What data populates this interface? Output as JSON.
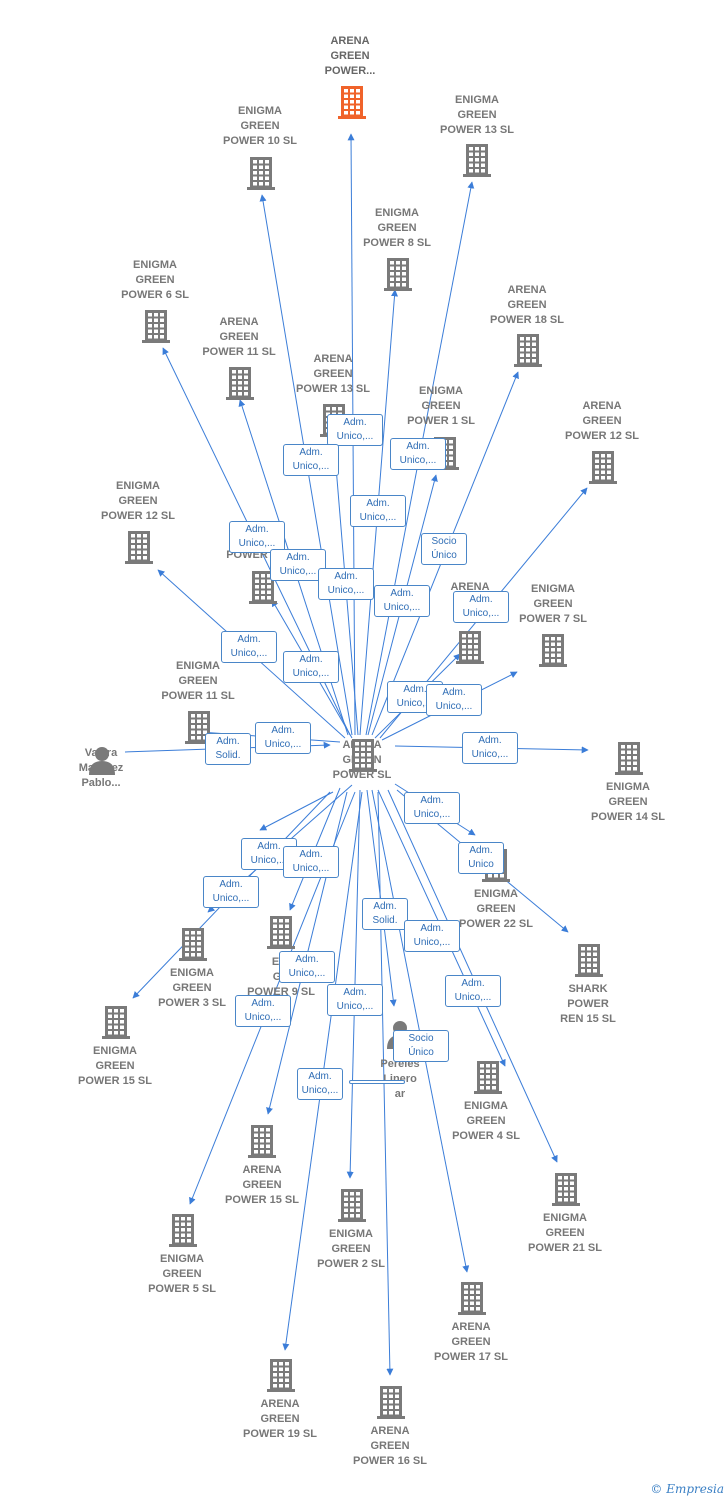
{
  "nodes": [
    {
      "id": "top",
      "label": "ARENA\nGREEN\nPOWER...",
      "type": "company",
      "color": "#f0632a"
    },
    {
      "id": "c",
      "label": "ARENA\nGREEN\nPOWER  SL",
      "type": "company",
      "color": "#7a7a7a"
    },
    {
      "id": "p",
      "label": "Valera\nMartinez\nPablo...",
      "type": "person",
      "color": "#7a7a7a"
    },
    {
      "id": "n10",
      "label": "ENIGMA\nGREEN\nPOWER 10  SL",
      "type": "company",
      "color": "#7a7a7a"
    },
    {
      "id": "n13",
      "label": "ENIGMA\nGREEN\nPOWER 13  SL",
      "type": "company",
      "color": "#7a7a7a"
    },
    {
      "id": "n8",
      "label": "ENIGMA\nGREEN\nPOWER 8  SL",
      "type": "company",
      "color": "#7a7a7a"
    },
    {
      "id": "n6",
      "label": "ENIGMA\nGREEN\nPOWER 6  SL",
      "type": "company",
      "color": "#7a7a7a"
    },
    {
      "id": "n18",
      "label": "ARENA\nGREEN\nPOWER 18  SL",
      "type": "company",
      "color": "#7a7a7a"
    },
    {
      "id": "n11a",
      "label": "ARENA\nGREEN\nPOWER 11  SL",
      "type": "company",
      "color": "#7a7a7a"
    },
    {
      "id": "n13a",
      "label": "ARENA\nGREEN\nPOWER 13  SL",
      "type": "company",
      "color": "#7a7a7a"
    },
    {
      "id": "n1",
      "label": "ENIGMA\nGREEN\nPOWER 1  SL",
      "type": "company",
      "color": "#7a7a7a"
    },
    {
      "id": "n12a",
      "label": "ARENA\nGREEN\nPOWER 12  SL",
      "type": "company",
      "color": "#7a7a7a"
    },
    {
      "id": "n12",
      "label": "ENIGMA\nGREEN\nPOWER 12  SL",
      "type": "company",
      "color": "#7a7a7a"
    },
    {
      "id": "nw",
      "label": "POWER",
      "type": "company",
      "color": "#7a7a7a"
    },
    {
      "id": "na",
      "label": "ARENA\nG\nPOW",
      "type": "company",
      "color": "#7a7a7a"
    },
    {
      "id": "n7",
      "label": "ENIGMA\nGREEN\nPOWER 7  SL",
      "type": "company",
      "color": "#7a7a7a"
    },
    {
      "id": "n11",
      "label": "ENIGMA\nGREEN\nPOWER 11  SL",
      "type": "company",
      "color": "#7a7a7a"
    },
    {
      "id": "n14",
      "label": "ENIGMA\nGREEN\nPOWER 14  SL",
      "type": "company",
      "color": "#7a7a7a"
    },
    {
      "id": "n22",
      "label": "ENIGMA\nGREEN\nPOWER 22  SL",
      "type": "company",
      "color": "#7a7a7a"
    },
    {
      "id": "n3",
      "label": "ENIGMA\nGREEN\nPOWER 3  SL",
      "type": "company",
      "color": "#7a7a7a"
    },
    {
      "id": "n9",
      "label": "ENI\nGR\nPOWER 9  SL",
      "type": "company",
      "color": "#7a7a7a"
    },
    {
      "id": "shark",
      "label": "SHARK\nPOWER\nREN 15  SL",
      "type": "company",
      "color": "#7a7a7a"
    },
    {
      "id": "n15",
      "label": "ENIGMA\nGREEN\nPOWER 15  SL",
      "type": "company",
      "color": "#7a7a7a"
    },
    {
      "id": "pp",
      "label": "Pereles\nLinero\nar",
      "type": "person",
      "color": "#7a7a7a"
    },
    {
      "id": "n4",
      "label": "ENIGMA\nGREEN\nPOWER 4  SL",
      "type": "company",
      "color": "#7a7a7a"
    },
    {
      "id": "a15",
      "label": "ARENA\nGREEN\nPOWER 15  SL",
      "type": "company",
      "color": "#7a7a7a"
    },
    {
      "id": "n21",
      "label": "ENIGMA\nGREEN\nPOWER 21  SL",
      "type": "company",
      "color": "#7a7a7a"
    },
    {
      "id": "n5",
      "label": "ENIGMA\nGREEN\nPOWER 5  SL",
      "type": "company",
      "color": "#7a7a7a"
    },
    {
      "id": "n2",
      "label": "ENIGMA\nGREEN\nPOWER 2  SL",
      "type": "company",
      "color": "#7a7a7a"
    },
    {
      "id": "a17",
      "label": "ARENA\nGREEN\nPOWER 17  SL",
      "type": "company",
      "color": "#7a7a7a"
    },
    {
      "id": "a19",
      "label": "ARENA\nGREEN\nPOWER 19  SL",
      "type": "company",
      "color": "#7a7a7a"
    },
    {
      "id": "a16",
      "label": "ARENA\nGREEN\nPOWER 16  SL",
      "type": "company",
      "color": "#7a7a7a"
    }
  ],
  "relations": [
    {
      "id": "r1",
      "text": "Adm.\nUnico,..."
    },
    {
      "id": "r2",
      "text": "Adm.\nUnico,..."
    },
    {
      "id": "r3",
      "text": "Adm.\nUnico,..."
    },
    {
      "id": "r4",
      "text": "Adm.\nUnico,..."
    },
    {
      "id": "r5",
      "text": "Socio\nÚnico"
    },
    {
      "id": "r6",
      "text": "Adm.\nUnico,..."
    },
    {
      "id": "r7",
      "text": "Adm.\nUnico,..."
    },
    {
      "id": "r8",
      "text": "Adm.\nUnico,..."
    },
    {
      "id": "r9",
      "text": "Adm.\nUnico,..."
    },
    {
      "id": "r10",
      "text": "Adm.\nUnico,..."
    },
    {
      "id": "r11",
      "text": "Adm.\nUnico,..."
    },
    {
      "id": "r12",
      "text": "Adm.\nUnico,..."
    },
    {
      "id": "r13",
      "text": "Adm.\nUnico,..."
    },
    {
      "id": "r14",
      "text": "Adm.\nUnico,..."
    },
    {
      "id": "r15",
      "text": "Adm.\nSolid."
    },
    {
      "id": "r16",
      "text": "Adm.\nUnico,..."
    },
    {
      "id": "r17",
      "text": "Adm.\nUnico,..."
    },
    {
      "id": "r18",
      "text": "Adm.\nUnico,..."
    },
    {
      "id": "r19",
      "text": "Adm.\nUnico"
    },
    {
      "id": "r20",
      "text": "Adm.\nUnico,..."
    },
    {
      "id": "r21",
      "text": "Adm.\nUnico,..."
    },
    {
      "id": "r22",
      "text": "Adm.\nUnico,..."
    },
    {
      "id": "r23",
      "text": "Adm.\nSolid."
    },
    {
      "id": "r24",
      "text": "Adm.\nUnico,..."
    },
    {
      "id": "r25",
      "text": "Adm.\nUnico,..."
    },
    {
      "id": "r26",
      "text": "Adm.\nUnico,..."
    },
    {
      "id": "r27",
      "text": "Adm.\nUnico,..."
    },
    {
      "id": "r28",
      "text": "Adm.\nUnico,..."
    },
    {
      "id": "r29",
      "text": "Socio\nÚnico"
    },
    {
      "id": "r30",
      "text": "Adm.\nUnico,..."
    }
  ],
  "colors": {
    "edge": "#3b7dd8",
    "relation_text": "#2f6db5",
    "highlight": "#f0632a"
  },
  "footer": {
    "copyright": "©",
    "brand": "Empresia"
  }
}
